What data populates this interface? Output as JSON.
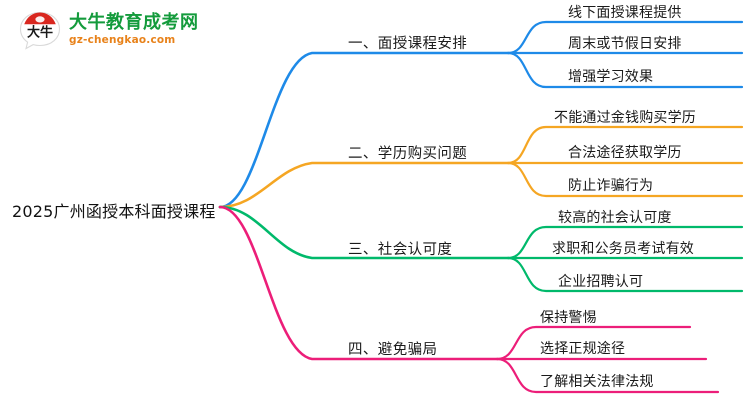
{
  "logo": {
    "mark_icon": "speech-bubble-daniu-icon",
    "mark_text": "大牛",
    "site_name": "大牛教育成考网",
    "site_url": "gz-chengkao.com",
    "brand_green": "#149b3c",
    "brand_orange": "#e8821a",
    "brand_red": "#d9271f"
  },
  "mindmap": {
    "root": {
      "label": "2025广州函授本科面授课程"
    },
    "branches": [
      {
        "label": "一、面授课程安排",
        "color": "#1e8ae8",
        "leaves": [
          {
            "label": "线下面授课程提供"
          },
          {
            "label": "周末或节假日安排"
          },
          {
            "label": "增强学习效果"
          }
        ]
      },
      {
        "label": "二、学历购买问题",
        "color": "#f5a623",
        "leaves": [
          {
            "label": "不能通过金钱购买学历"
          },
          {
            "label": "合法途径获取学历"
          },
          {
            "label": "防止诈骗行为"
          }
        ]
      },
      {
        "label": "三、社会认可度",
        "color": "#00b96b",
        "leaves": [
          {
            "label": "较高的社会认可度"
          },
          {
            "label": "求职和公务员考试有效"
          },
          {
            "label": "企业招聘认可"
          }
        ]
      },
      {
        "label": "四、避免骗局",
        "color": "#ec1e79",
        "leaves": [
          {
            "label": "保持警惕"
          },
          {
            "label": "选择正规途径"
          },
          {
            "label": "了解相关法律法规"
          }
        ]
      }
    ]
  }
}
